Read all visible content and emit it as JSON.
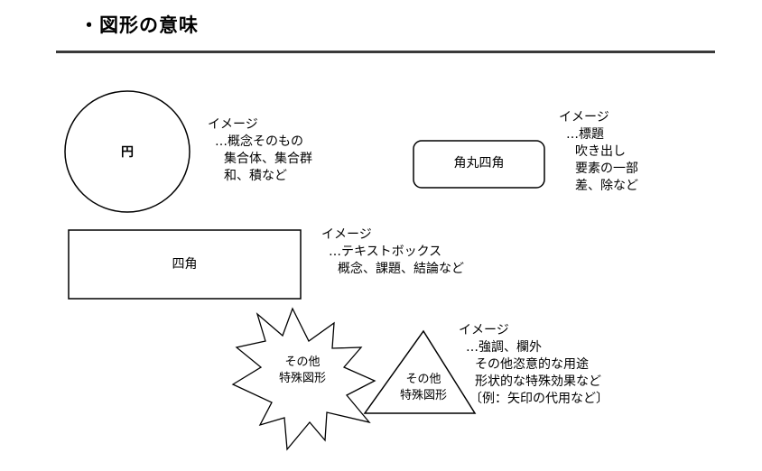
{
  "page": {
    "title": "・図形の意味"
  },
  "shapes": {
    "circle": {
      "label": "円",
      "note": {
        "heading": "イメージ",
        "lines": [
          "…概念そのもの",
          "集合体、集合群",
          "和、積など"
        ]
      }
    },
    "rounded_rect": {
      "label": "角丸四角",
      "note": {
        "heading": "イメージ",
        "lines": [
          "…標題",
          "吹き出し",
          "要素の一部",
          "差、除など"
        ]
      }
    },
    "rect": {
      "label": "四角",
      "note": {
        "heading": "イメージ",
        "lines": [
          "…テキストボックス",
          "概念、課題、結論など"
        ]
      }
    },
    "special": {
      "star_label_1": "その他",
      "star_label_2": "特殊図形",
      "triangle_label_1": "その他",
      "triangle_label_2": "特殊図形",
      "note": {
        "heading": "イメージ",
        "lines": [
          "…強調、欄外",
          "その他恣意的な用途",
          "形状的な特殊効果など",
          "〔例：矢印の代用など〕"
        ]
      }
    }
  },
  "colors": {
    "stroke": "#000000",
    "rule": "#3a3a3a",
    "background": "#ffffff"
  }
}
